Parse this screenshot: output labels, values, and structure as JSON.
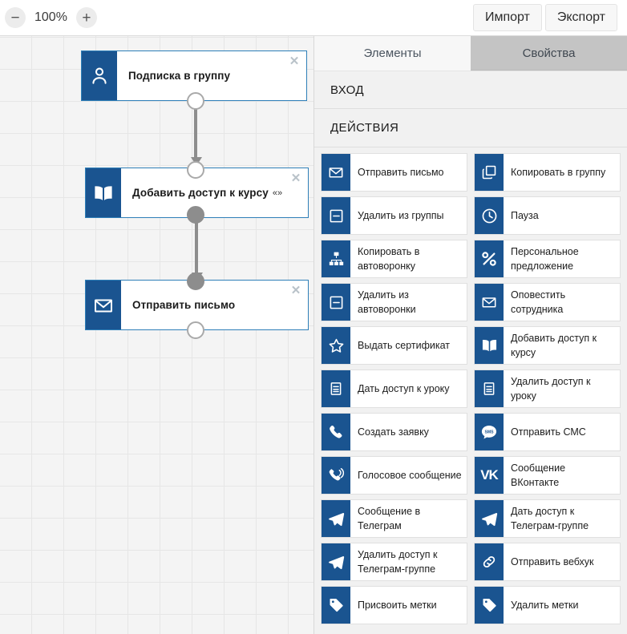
{
  "toolbar": {
    "zoom_out_label": "−",
    "zoom_level": "100%",
    "zoom_in_label": "+",
    "import_label": "Импорт",
    "export_label": "Экспорт"
  },
  "canvas": {
    "nodes": [
      {
        "label": "Подписка в группу",
        "icon": "user-icon",
        "suffix": "",
        "close_label": "✕"
      },
      {
        "label": "Добавить доступ к курсу",
        "icon": "book-icon",
        "suffix": "«»",
        "close_label": "✕"
      },
      {
        "label": "Отправить письмо",
        "icon": "envelope-icon",
        "suffix": "",
        "close_label": "✕"
      }
    ]
  },
  "panel": {
    "tabs": [
      {
        "label": "Элементы",
        "active": true
      },
      {
        "label": "Свойства",
        "active": false
      }
    ],
    "sections": [
      {
        "title": "ВХОД"
      },
      {
        "title": "ДЕЙСТВИЯ"
      }
    ],
    "actions": [
      {
        "label": "Отправить письмо",
        "icon": "envelope-icon"
      },
      {
        "label": "Копировать в группу",
        "icon": "copy-icon"
      },
      {
        "label": "Удалить из группы",
        "icon": "minus-box-icon"
      },
      {
        "label": "Пауза",
        "icon": "clock-icon"
      },
      {
        "label": "Копировать в автоворонку",
        "icon": "sitemap-icon"
      },
      {
        "label": "Персональное предложение",
        "icon": "percent-icon"
      },
      {
        "label": "Удалить из автоворонки",
        "icon": "minus-box-icon"
      },
      {
        "label": "Оповестить сотрудника",
        "icon": "envelope-icon"
      },
      {
        "label": "Выдать сертификат",
        "icon": "star-icon"
      },
      {
        "label": "Добавить доступ к курсу",
        "icon": "book-icon"
      },
      {
        "label": "Дать доступ к уроку",
        "icon": "lesson-icon"
      },
      {
        "label": "Удалить доступ к уроку",
        "icon": "lesson-icon"
      },
      {
        "label": "Создать заявку",
        "icon": "phone-icon"
      },
      {
        "label": "Отправить СМС",
        "icon": "sms-icon"
      },
      {
        "label": "Голосовое сообщение",
        "icon": "phone-wave-icon"
      },
      {
        "label": "Сообщение ВКонтакте",
        "icon": "vk-icon"
      },
      {
        "label": "Сообщение в Телеграм",
        "icon": "telegram-icon"
      },
      {
        "label": "Дать доступ к Телеграм-группе",
        "icon": "telegram-icon"
      },
      {
        "label": "Удалить доступ к Телеграм-группе",
        "icon": "telegram-icon"
      },
      {
        "label": "Отправить вебхук",
        "icon": "link-icon"
      },
      {
        "label": "Присвоить метки",
        "icon": "tag-icon"
      },
      {
        "label": "Удалить метки",
        "icon": "tag-icon"
      }
    ]
  },
  "colors": {
    "brand_blue": "#1a5490",
    "node_border": "#2e7fb8",
    "connector_gray": "#8d8d8d",
    "canvas_bg": "#f4f4f4",
    "inactive_tab": "#c4c4c4"
  }
}
